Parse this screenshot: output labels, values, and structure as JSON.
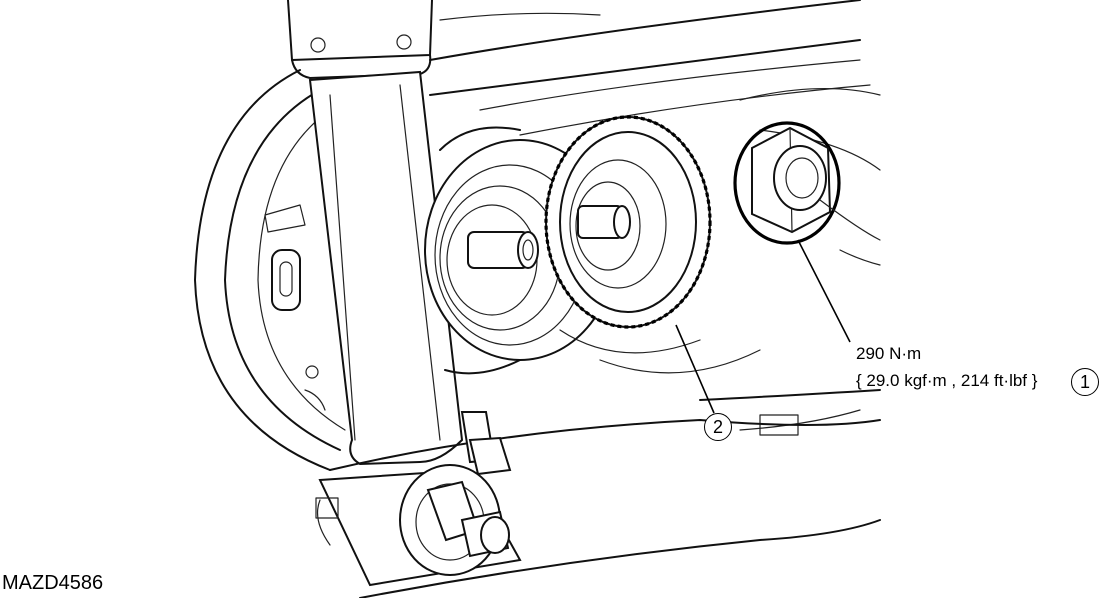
{
  "figure_code": "MAZD4586",
  "callouts": [
    {
      "number": "1",
      "torque_line1": "290 N·m",
      "torque_line2": "{ 29.0 kgf·m , 214 ft·lbf }"
    },
    {
      "number": "2"
    }
  ],
  "colors": {
    "line": "#111111",
    "background": "#ffffff"
  },
  "parts": {
    "part1": "hub-nut",
    "part2": "abs-sensor-rotor"
  }
}
